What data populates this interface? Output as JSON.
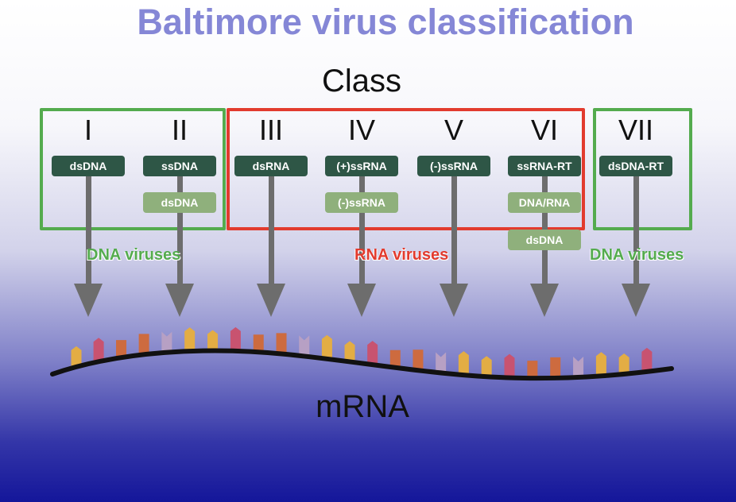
{
  "title": "Baltimore virus classification",
  "class_heading": "Class",
  "mrna_label": "mRNA",
  "colors": {
    "title": "#8587d6",
    "dna_group": "#54ab4e",
    "rna_group": "#e23b2e",
    "chip_dark": "#2e5646",
    "chip_light": "#8fb07c",
    "arrow": "#6d6d6d"
  },
  "classes": [
    {
      "numeral": "I",
      "genome": [
        "dsDNA"
      ]
    },
    {
      "numeral": "II",
      "genome": [
        "ssDNA",
        "dsDNA"
      ]
    },
    {
      "numeral": "III",
      "genome": [
        "dsRNA"
      ]
    },
    {
      "numeral": "IV",
      "genome": [
        "(+)ssRNA",
        "(-)ssRNA"
      ]
    },
    {
      "numeral": "V",
      "genome": [
        "(-)ssRNA"
      ]
    },
    {
      "numeral": "VI",
      "genome": [
        "ssRNA-RT",
        "DNA/RNA",
        "dsDNA"
      ]
    },
    {
      "numeral": "VII",
      "genome": [
        "dsDNA-RT"
      ]
    }
  ],
  "groups": [
    {
      "label": "DNA viruses",
      "classes": [
        "I",
        "II"
      ],
      "color": "#54ab4e"
    },
    {
      "label": "RNA viruses",
      "classes": [
        "III",
        "IV",
        "V",
        "VI"
      ],
      "color": "#e23b2e"
    },
    {
      "label": "DNA viruses",
      "classes": [
        "VII"
      ],
      "color": "#54ab4e"
    }
  ]
}
